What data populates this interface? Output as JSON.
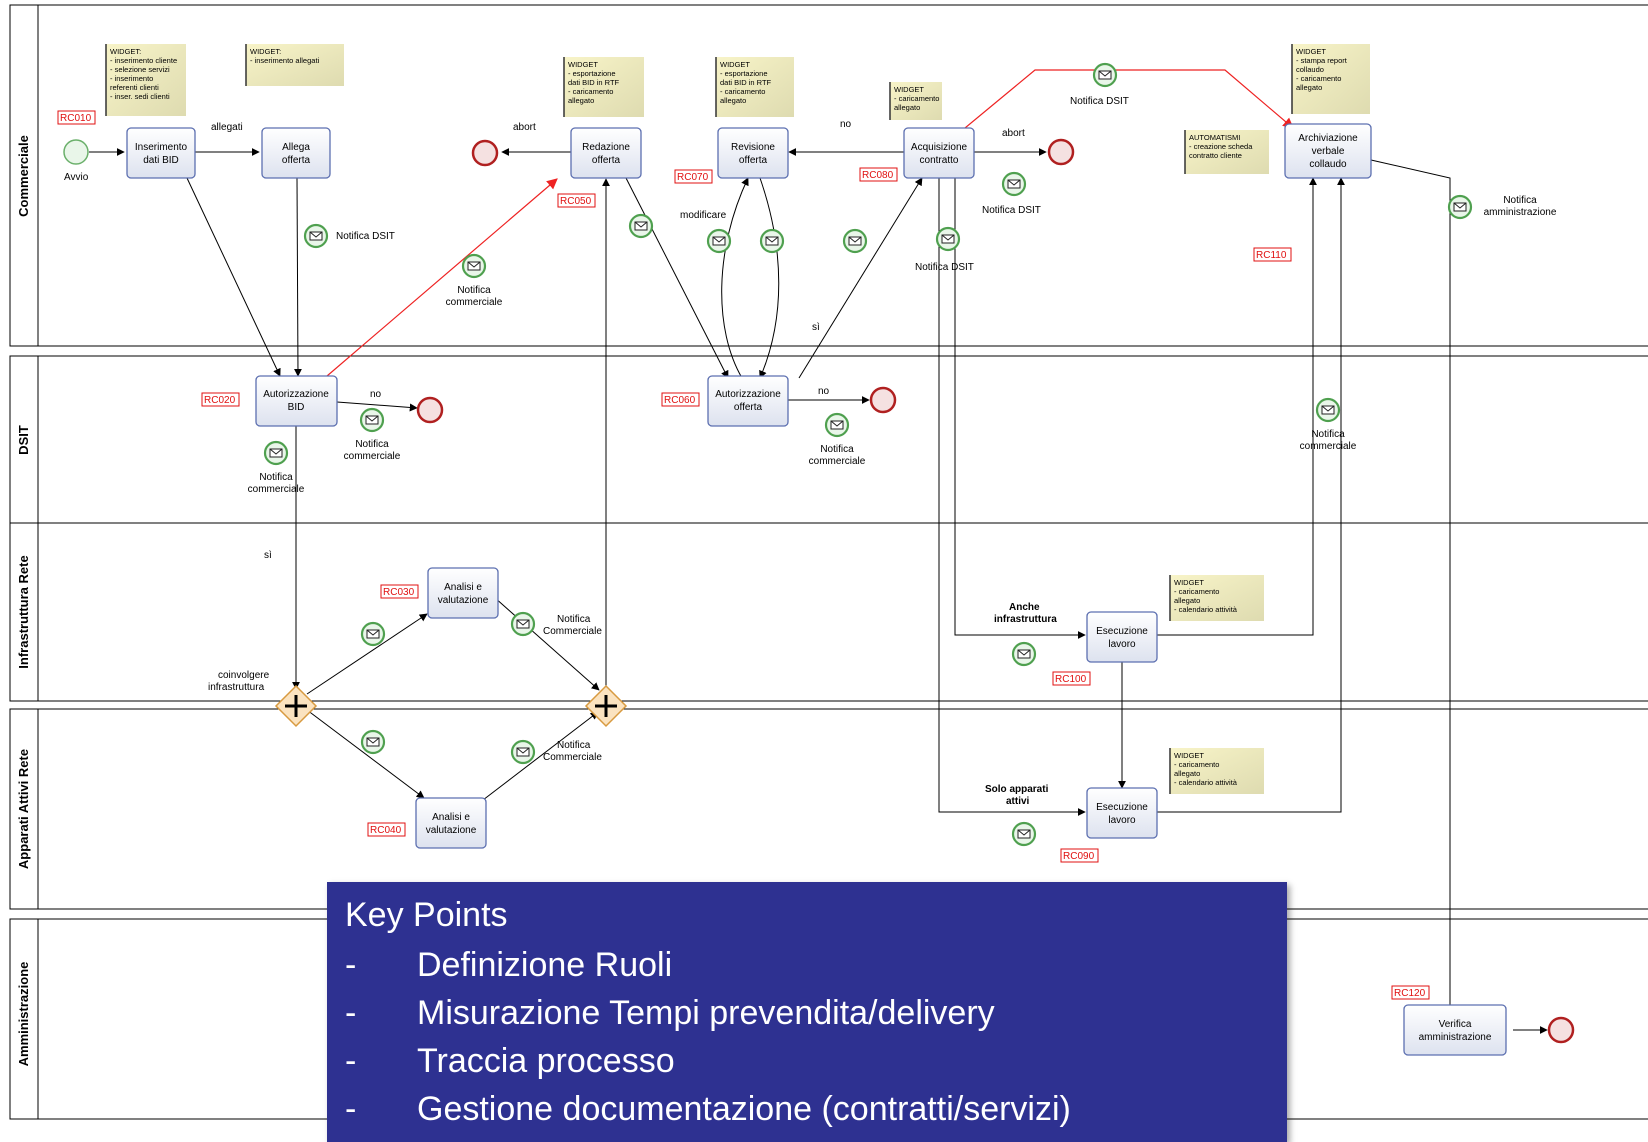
{
  "lanes": [
    "Commerciale",
    "DSIT",
    "Infrastruttura Rete",
    "Apparati Attivi Rete",
    "Amministrazione"
  ],
  "tasks": {
    "inserimento": [
      "Inserimento",
      "dati BID"
    ],
    "allega": [
      "Allega",
      "offerta"
    ],
    "autorizzazione_bid": [
      "Autorizzazione",
      "BID"
    ],
    "analisi_infra": [
      "Analisi e",
      "valutazione"
    ],
    "analisi_apparati": [
      "Analisi e",
      "valutazione"
    ],
    "redazione": [
      "Redazione",
      "offerta"
    ],
    "revisione": [
      "Revisione",
      "offerta"
    ],
    "autorizzazione_offerta": [
      "Autorizzazione",
      "offerta"
    ],
    "acquisizione": [
      "Acquisizione",
      "contratto"
    ],
    "archiviazione": [
      "Archiviazione",
      "verbale",
      "collaudo"
    ],
    "esecuzione_infra": [
      "Esecuzione",
      "lavoro"
    ],
    "esecuzione_apparati": [
      "Esecuzione",
      "lavoro"
    ],
    "verifica": [
      "Verifica",
      "amministrazione"
    ]
  },
  "rc_codes": {
    "rc010": "RC010",
    "rc020": "RC020",
    "rc030": "RC030",
    "rc040": "RC040",
    "rc050": "RC050",
    "rc060": "RC060",
    "rc070": "RC070",
    "rc080": "RC080",
    "rc090": "RC090",
    "rc100": "RC100",
    "rc110": "RC110",
    "rc120": "RC120"
  },
  "notes": {
    "n1": [
      "WIDGET:",
      "- inserimento cliente",
      "- selezione servizi",
      "- inserimento",
      "  referenti clienti",
      "- inser. sedi clienti"
    ],
    "n2": [
      "WIDGET:",
      "- inserimento allegati"
    ],
    "n3": [
      "WIDGET",
      "- esportazione",
      "dati BID in RTF",
      "- caricamento",
      "allegato"
    ],
    "n4": [
      "WIDGET",
      "- esportazione",
      "dati BID in RTF",
      "- caricamento",
      "allegato"
    ],
    "n5": [
      "WIDGET",
      "- caricamento",
      "allegato"
    ],
    "n6": [
      "WIDGET",
      "- stampa report",
      "collaudo",
      "- caricamento",
      "allegato"
    ],
    "n7": [
      "AUTOMATISMI",
      "- creazione scheda",
      "contratto cliente"
    ],
    "n8": [
      "WIDGET",
      "- caricamento",
      "allegato",
      "- calendario attività"
    ],
    "n9": [
      "WIDGET",
      "- caricamento",
      "allegato",
      "- calendario attività"
    ]
  },
  "labels": {
    "avvio": "Avvio",
    "allegati": "allegati",
    "abort1": "abort",
    "abort2": "abort",
    "no1": "no",
    "no2": "no",
    "no3": "no",
    "si1": "sì",
    "si2": "sì",
    "modificare": "modificare",
    "coinvolgere": [
      "coinvolgere",
      "infrastruttura"
    ],
    "anche": [
      "Anche",
      "infrastruttura"
    ],
    "solo": [
      "Solo apparati",
      "attivi"
    ]
  },
  "messages": {
    "notifica_dsit": "Notifica DSIT",
    "notifica_commerciale": [
      "Notifica",
      "commerciale"
    ],
    "notifica_Commerciale": [
      "Notifica",
      "Commerciale"
    ],
    "notifica_amministrazione": [
      "Notifica",
      "amministrazione"
    ]
  },
  "key_points": {
    "title": "Key Points",
    "items": [
      {
        "dash": "-",
        "text": "Definizione Ruoli"
      },
      {
        "dash": "-",
        "text": "Misurazione Tempi prevendita/delivery"
      },
      {
        "dash": "-",
        "text": "Traccia processo"
      },
      {
        "dash": "-",
        "text": "Gestione documentazione (contratti/servizi)"
      }
    ]
  },
  "colors": {
    "lane_border": "#000000",
    "task_fill": "#eef0f8",
    "task_border": "#5c6fb0",
    "end_event": "#b02020",
    "start_event": "#6bb06b",
    "gateway": "#f5c27a",
    "note_fill": "#f3edb6",
    "red_flow": "#ee2222",
    "message_icon": "#4fa04f",
    "key_points_bg": "#2e3191"
  }
}
